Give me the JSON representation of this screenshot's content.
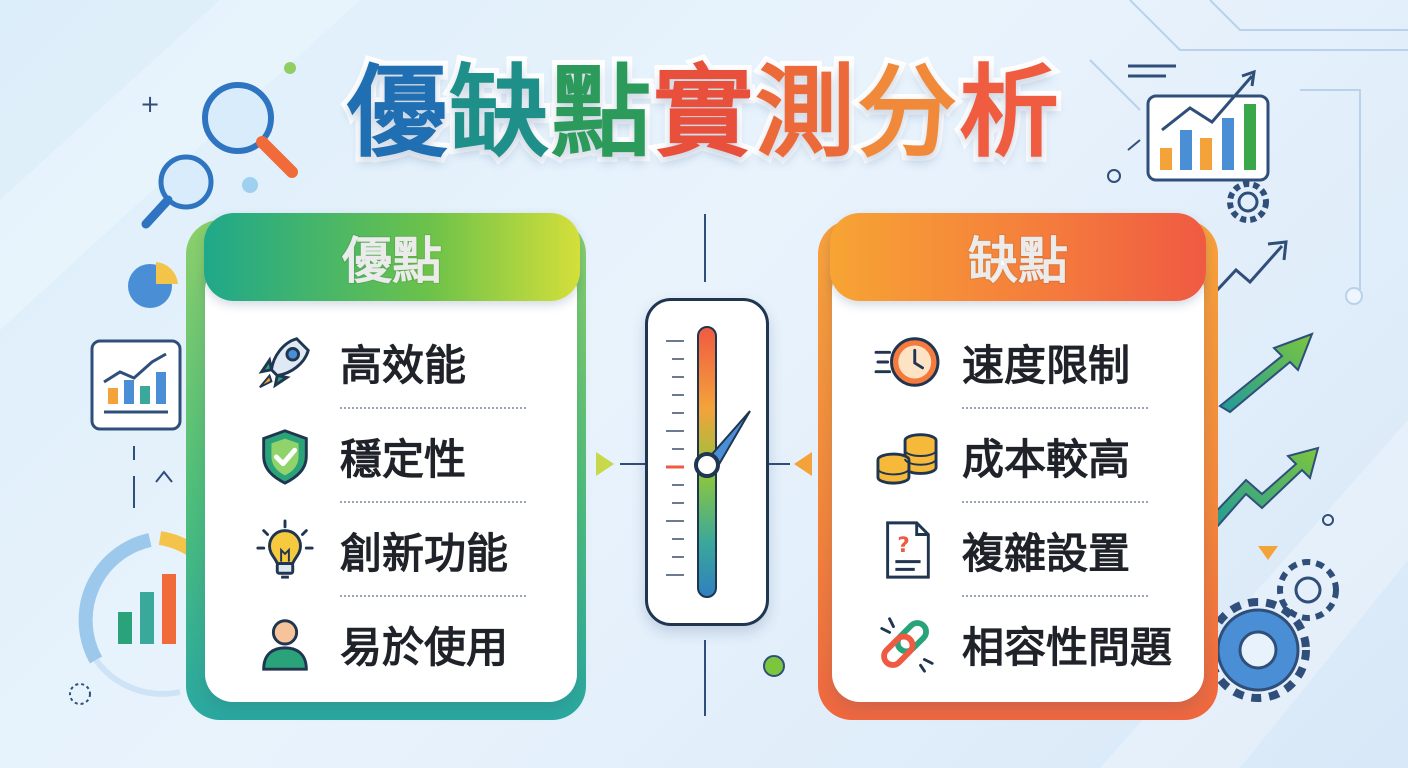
{
  "title": {
    "chars": [
      {
        "text": "優",
        "color": "#1f6fb2"
      },
      {
        "text": "缺",
        "color": "#1f8f8a"
      },
      {
        "text": "點",
        "color": "#2b9a5a"
      },
      {
        "text": "實",
        "color": "#e8503c"
      },
      {
        "text": "測",
        "color": "#ec6a3a"
      },
      {
        "text": "分",
        "color": "#f08a3a"
      },
      {
        "text": "析",
        "color": "#ef5c40"
      }
    ]
  },
  "pros": {
    "heading": "優點",
    "items": [
      {
        "label": "高效能",
        "icon": "rocket-icon"
      },
      {
        "label": "穩定性",
        "icon": "shield-check-icon"
      },
      {
        "label": "創新功能",
        "icon": "lightbulb-icon"
      },
      {
        "label": "易於使用",
        "icon": "user-icon"
      }
    ]
  },
  "cons": {
    "heading": "缺點",
    "items": [
      {
        "label": "速度限制",
        "icon": "fast-clock-icon"
      },
      {
        "label": "成本較高",
        "icon": "coins-icon"
      },
      {
        "label": "複雜設置",
        "icon": "question-document-icon"
      },
      {
        "label": "相容性問題",
        "icon": "broken-chain-icon"
      }
    ]
  },
  "gauge": {
    "icon": "gauge-meter-icon"
  },
  "decorations": {
    "icons": [
      "magnifier-icon",
      "pie-chart-icon",
      "line-chart-icon",
      "bar-chart-icon",
      "gear-icon",
      "trend-arrow-icon",
      "donut-chart-icon"
    ]
  },
  "colors": {
    "pros_start": "#1fa88a",
    "pros_end": "#d4df3a",
    "cons_start": "#f7a434",
    "cons_end": "#ef5a42",
    "text_dark": "#1f2329"
  }
}
